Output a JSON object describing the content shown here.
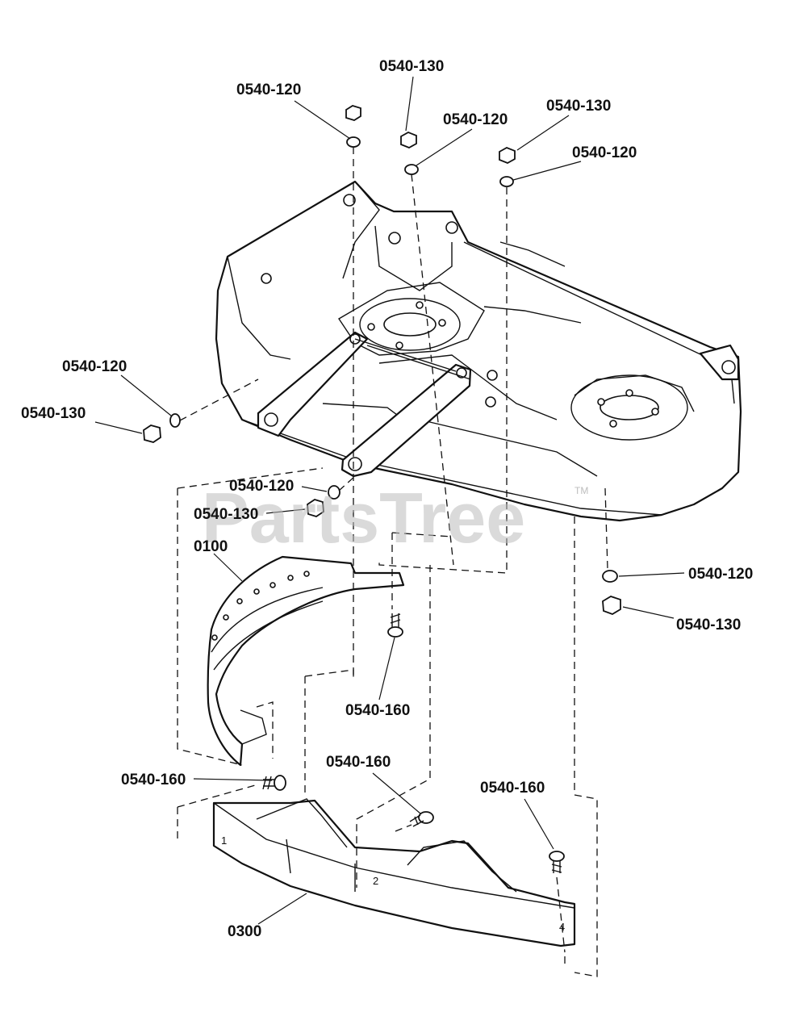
{
  "watermark": {
    "text": "PartsTree",
    "tm": "TM"
  },
  "callouts": [
    {
      "id": "c1",
      "text": "0540-130"
    },
    {
      "id": "c2",
      "text": "0540-120"
    },
    {
      "id": "c3",
      "text": "0540-120"
    },
    {
      "id": "c4",
      "text": "0540-130"
    },
    {
      "id": "c5",
      "text": "0540-120"
    },
    {
      "id": "c6",
      "text": "0540-120"
    },
    {
      "id": "c7",
      "text": "0540-130"
    },
    {
      "id": "c8",
      "text": "0540-120"
    },
    {
      "id": "c9",
      "text": "0540-130"
    },
    {
      "id": "c10",
      "text": "0100"
    },
    {
      "id": "c11",
      "text": "0540-120"
    },
    {
      "id": "c12",
      "text": "0540-130"
    },
    {
      "id": "c13",
      "text": "0540-160"
    },
    {
      "id": "c14",
      "text": "0540-160"
    },
    {
      "id": "c15",
      "text": "0540-160"
    },
    {
      "id": "c16",
      "text": "0540-160"
    },
    {
      "id": "c17",
      "text": "0300"
    }
  ],
  "baffle_marks": [
    "1",
    "2",
    "4"
  ]
}
